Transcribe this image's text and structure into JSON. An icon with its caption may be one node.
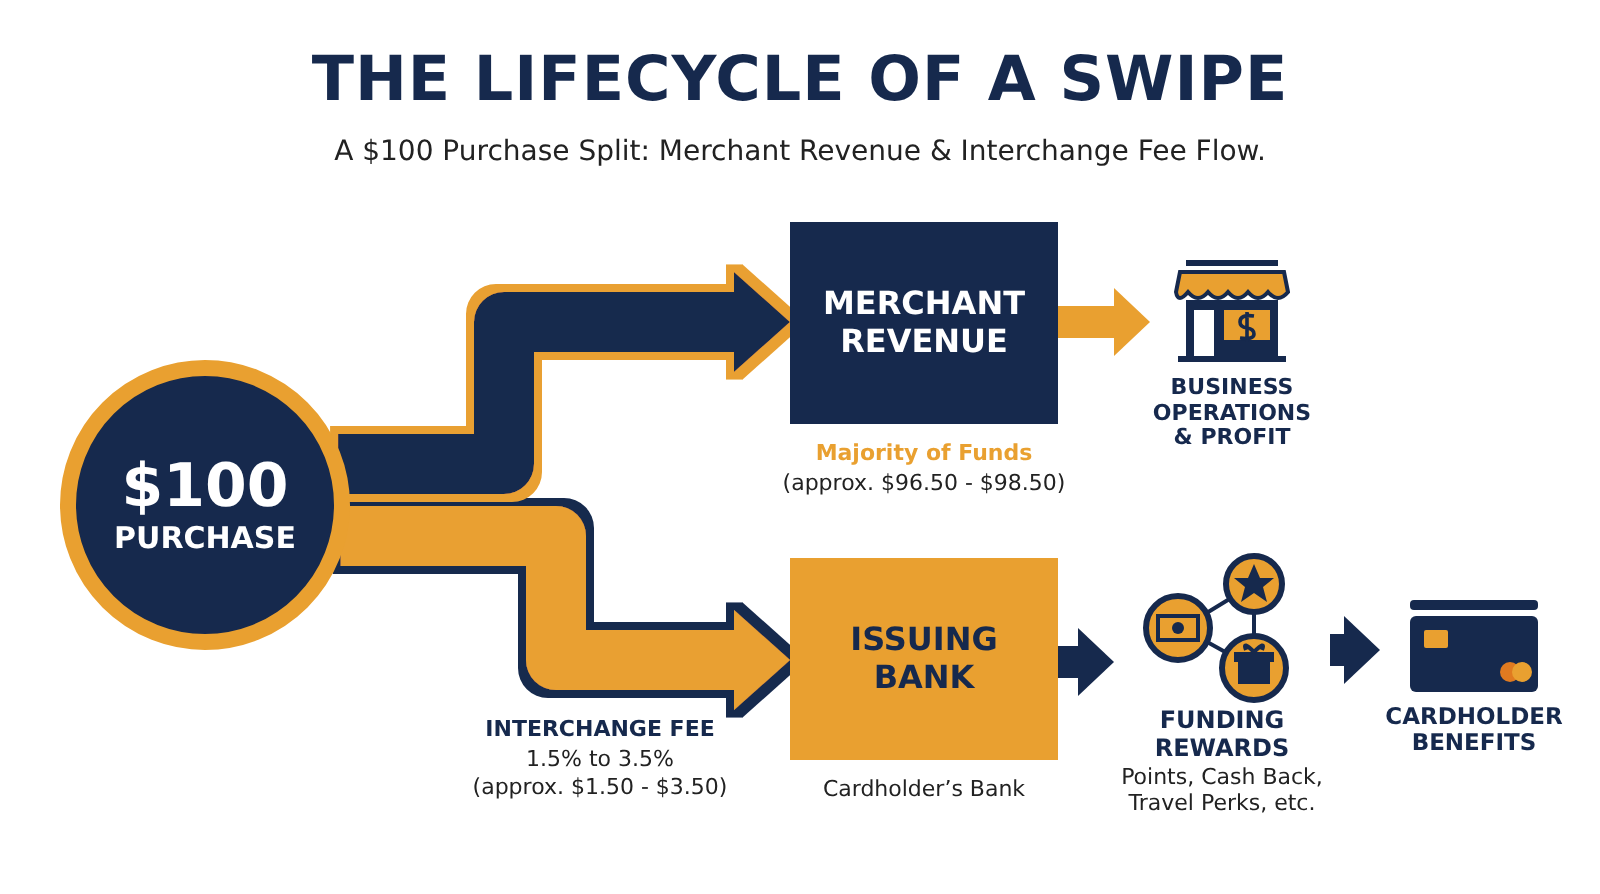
{
  "diagram": {
    "title": "THE LIFECYCLE OF A SWIPE",
    "caption": "A $100 Purchase Split: Merchant Revenue & Interchange Fee Flow.",
    "nodes": [
      {
        "text": [
          "$100",
          "PURCHASE"
        ]
      },
      {
        "text": [
          "MERCHANT REVENUE"
        ],
        "beside": [
          "Majority of Funds",
          "(approx. $96.50 - $98.50)"
        ]
      },
      {
        "text": [
          "BUSINESS OPERATIONS & PROFIT"
        ]
      },
      {
        "text": [
          "ISSUING BANK"
        ],
        "beside": [
          "Cardholder’s Bank"
        ]
      },
      {
        "text": [
          "FUNDING REWARDS",
          "Points, Cash Back, Travel Perks, etc."
        ]
      },
      {
        "text": [
          "CARDHOLDER BENEFITS"
        ]
      }
    ],
    "edges": [
      {
        "from": 0,
        "to": 1,
        "arrow": "to",
        "style": "thick"
      },
      {
        "from": 0,
        "to": 3,
        "arrow": "to",
        "style": "thick",
        "color": "#e9a030",
        "label": "INTERCHANGE FEE"
      },
      {
        "from": 1,
        "to": 2,
        "arrow": "to",
        "color": "#e9a030"
      },
      {
        "from": 3,
        "to": 4,
        "arrow": "to"
      },
      {
        "from": 4,
        "to": 5,
        "arrow": "to"
      }
    ],
    "labels": [
      "1.5% to 3.5%",
      "(approx. $1.50 - $3.50)"
    ]
  }
}
